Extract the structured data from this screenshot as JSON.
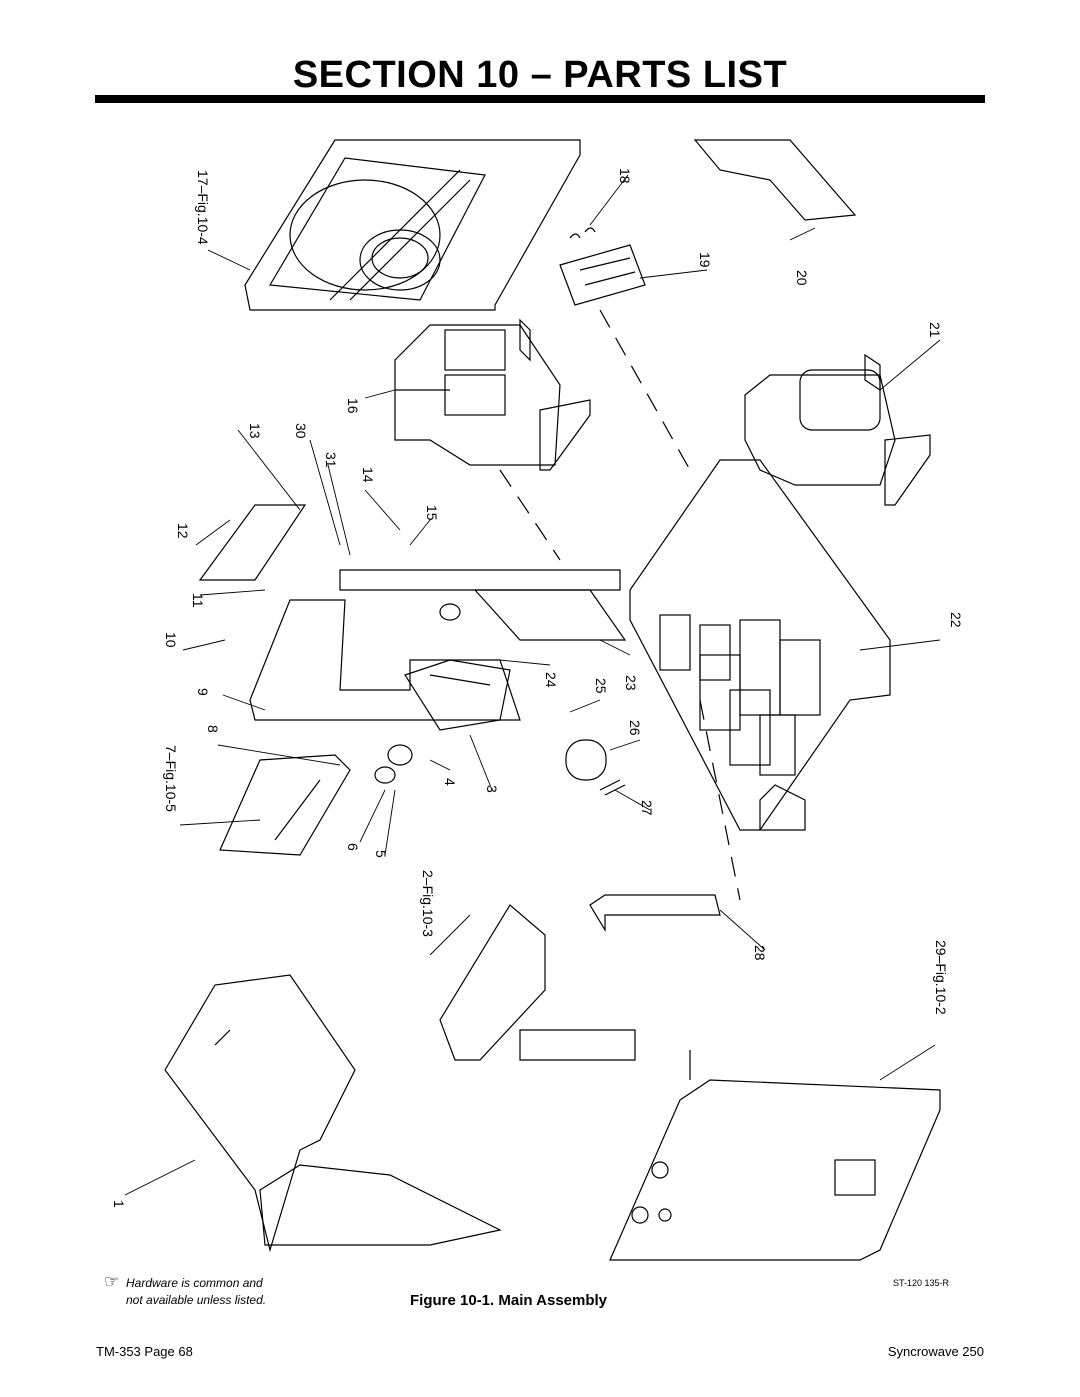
{
  "header": {
    "title": "SECTION 10 – PARTS LIST"
  },
  "figure": {
    "caption": "Figure 10-1. Main Assembly",
    "drawing_number": "ST-120 135-R",
    "callouts": [
      "1",
      "3",
      "4",
      "5",
      "6",
      "8",
      "9",
      "10",
      "11",
      "12",
      "13",
      "14",
      "15",
      "16",
      "18",
      "19",
      "20",
      "21",
      "22",
      "23",
      "24",
      "25",
      "26",
      "27",
      "28",
      "30",
      "31"
    ],
    "figure_refs": [
      "17–Fig.10-4",
      "7–Fig.10-5",
      "2–Fig.10-3",
      "29–Fig.10-2"
    ]
  },
  "note": {
    "icon": "pointing-hand-icon",
    "line1": "Hardware is common and",
    "line2": "not available unless listed."
  },
  "footer": {
    "left": "TM-353 Page 68",
    "right": "Syncrowave 250"
  }
}
